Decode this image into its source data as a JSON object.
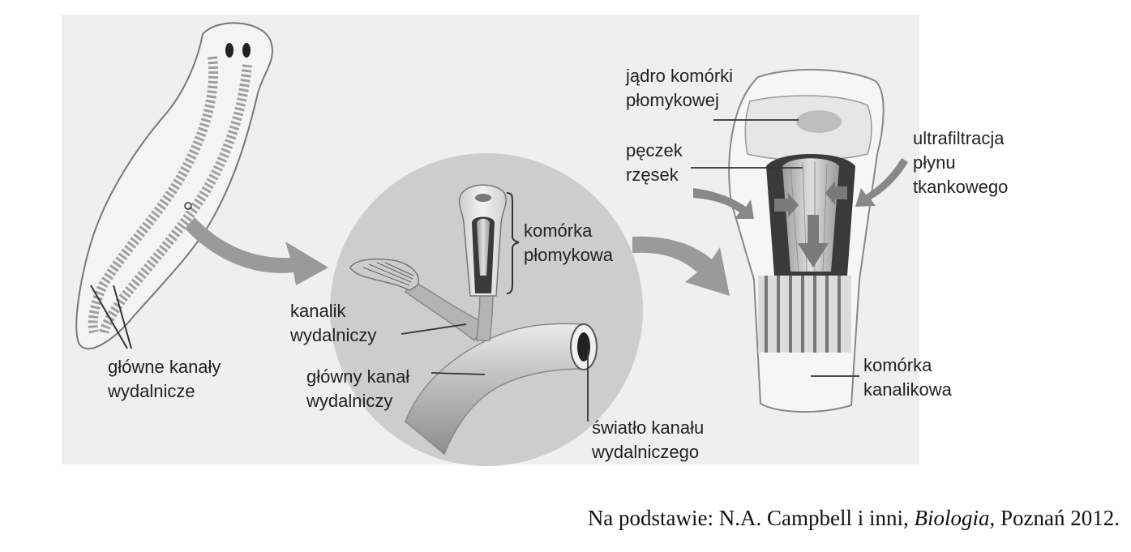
{
  "labels": {
    "glowne_kanaly": [
      "główne kanały",
      "wydalnicze"
    ],
    "kanalik": [
      "kanalik",
      "wydalniczy"
    ],
    "glowny_kanal": [
      "główny kanał",
      "wydalniczy"
    ],
    "swiatlo": [
      "światło kanału",
      "wydalniczego"
    ],
    "komorka_plomykowa": [
      "komórka",
      "płomykowa"
    ],
    "jadro": [
      "jądro komórki",
      "płomykowej"
    ],
    "peczek": [
      "pęczek",
      "rzęsek"
    ],
    "ultrafiltracja": [
      "ultrafiltracja",
      "płynu",
      "tkankowego"
    ],
    "komorka_kanalikowa": [
      "komórka",
      "kanalikowa"
    ]
  },
  "caption": {
    "prefix": "Na podstawie: N.A. Campbell i inni, ",
    "title": "Biologia",
    "suffix": ", Poznań 2012."
  },
  "colors": {
    "background_panel": "#eeeeee",
    "circle": "#cfcfcf",
    "arrow": "#9a9a9a",
    "dark": "#333333"
  }
}
